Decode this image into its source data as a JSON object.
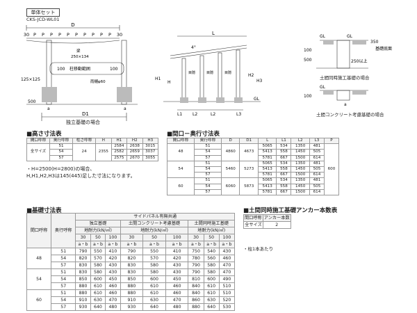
{
  "header": {
    "tag": "単体セット",
    "code": "CKS-JCD-WL01"
  },
  "diagram1": {
    "D": "D",
    "D1": "D1",
    "a": "a",
    "p_labels": [
      "30",
      "P",
      "P",
      "P",
      "P",
      "P",
      "P",
      "P",
      "P",
      "P",
      "P",
      "30"
    ],
    "beam": "梁",
    "beam_size": "250×134",
    "movable": "柱移動範囲",
    "left_100": "100",
    "right_100": "100",
    "col_size": "125×125",
    "rain": "雨樋φ60",
    "height_500": "500",
    "caption": "独立基礎の場合"
  },
  "diagram2": {
    "L": "L",
    "slope": "4°",
    "H": "H",
    "H1": "H1",
    "H2": "H2",
    "H3": "H3",
    "GL": "GL",
    "bottom": [
      "L1",
      "L2",
      "L2",
      "L3"
    ],
    "panel": "目隠"
  },
  "diagram3": {
    "GL": "GL",
    "v100": "100",
    "v500": "500",
    "v350": "350",
    "base": "基礎底面",
    "gap": "250以上",
    "cap1": "土間同時施工基礎の場合",
    "cap2": "土間コンクリート考慮基礎の場合"
  },
  "height_table": {
    "title": "■高さ寸法表",
    "headers": [
      "間口呼称",
      "奥行呼称",
      "柱さ呼称",
      "H",
      "H1",
      "H2",
      "H3"
    ],
    "rows": [
      [
        "全サイズ",
        "51",
        "24",
        "2355",
        "2584",
        "2638",
        "3015"
      ],
      [
        "",
        "54",
        "",
        "",
        "2582",
        "2659",
        "3037"
      ],
      [
        "",
        "57",
        "",
        "",
        "2575",
        "2670",
        "3055"
      ]
    ],
    "notes": [
      "・H=2500(H=2800)の場合、",
      "H,H1,H2,H3は145(445)足した寸法になります。"
    ]
  },
  "opening_table": {
    "title": "■間口－奥行寸法表",
    "headers": [
      "間口呼称",
      "奥行呼称",
      "D",
      "D1",
      "L",
      "L1",
      "L2",
      "L3",
      "P"
    ],
    "groups": [
      {
        "w": "48",
        "D": "4860",
        "D1": "4673",
        "rows": [
          [
            "51",
            "5065",
            "534",
            "1350",
            "481"
          ],
          [
            "54",
            "5413",
            "558",
            "1450",
            "505"
          ],
          [
            "57",
            "5781",
            "667",
            "1500",
            "614"
          ]
        ]
      },
      {
        "w": "54",
        "D": "5460",
        "D1": "5273",
        "rows": [
          [
            "51",
            "5065",
            "534",
            "1350",
            "481"
          ],
          [
            "54",
            "5413",
            "558",
            "1450",
            "505"
          ],
          [
            "57",
            "5781",
            "667",
            "1500",
            "614"
          ]
        ]
      },
      {
        "w": "60",
        "D": "6060",
        "D1": "5873",
        "rows": [
          [
            "51",
            "5065",
            "534",
            "1350",
            "481"
          ],
          [
            "54",
            "5413",
            "558",
            "1450",
            "505"
          ],
          [
            "57",
            "5781",
            "667",
            "1500",
            "614"
          ]
        ]
      }
    ],
    "P": "600"
  },
  "foundation_table": {
    "title": "■基礎寸法表",
    "top": "サイドパネル有無共通",
    "sub": [
      "独立基礎",
      "土間コンクリート考慮基礎",
      "土間同時施工基礎"
    ],
    "bearing": "地耐力(kN/㎡)",
    "loads": [
      "30",
      "50",
      "100"
    ],
    "cell": "a・b",
    "col1": "間口呼称",
    "col2": "奥行呼称",
    "groups": [
      {
        "w": "48",
        "rows": [
          [
            "51",
            "790",
            "550",
            "410",
            "790",
            "550",
            "410",
            "750",
            "540",
            "430"
          ],
          [
            "54",
            "820",
            "570",
            "420",
            "820",
            "570",
            "420",
            "780",
            "560",
            "460"
          ],
          [
            "57",
            "830",
            "580",
            "430",
            "830",
            "580",
            "430",
            "790",
            "580",
            "470"
          ]
        ]
      },
      {
        "w": "54",
        "rows": [
          [
            "51",
            "830",
            "580",
            "430",
            "830",
            "580",
            "430",
            "790",
            "580",
            "470"
          ],
          [
            "54",
            "850",
            "600",
            "450",
            "850",
            "600",
            "450",
            "810",
            "600",
            "490"
          ],
          [
            "57",
            "880",
            "610",
            "460",
            "880",
            "610",
            "460",
            "840",
            "610",
            "510"
          ]
        ]
      },
      {
        "w": "60",
        "rows": [
          [
            "51",
            "880",
            "610",
            "460",
            "880",
            "610",
            "460",
            "840",
            "610",
            "510"
          ],
          [
            "54",
            "910",
            "630",
            "470",
            "910",
            "630",
            "470",
            "860",
            "630",
            "520"
          ],
          [
            "57",
            "930",
            "640",
            "480",
            "930",
            "640",
            "480",
            "880",
            "640",
            "530"
          ]
        ]
      }
    ]
  },
  "anchor_table": {
    "title": "■土間同時施工基礎アンカー本数表",
    "headers": [
      "間口呼称",
      "アンカー本数"
    ],
    "row": [
      "全サイズ",
      "2"
    ],
    "note": "・柱1本あたり"
  }
}
